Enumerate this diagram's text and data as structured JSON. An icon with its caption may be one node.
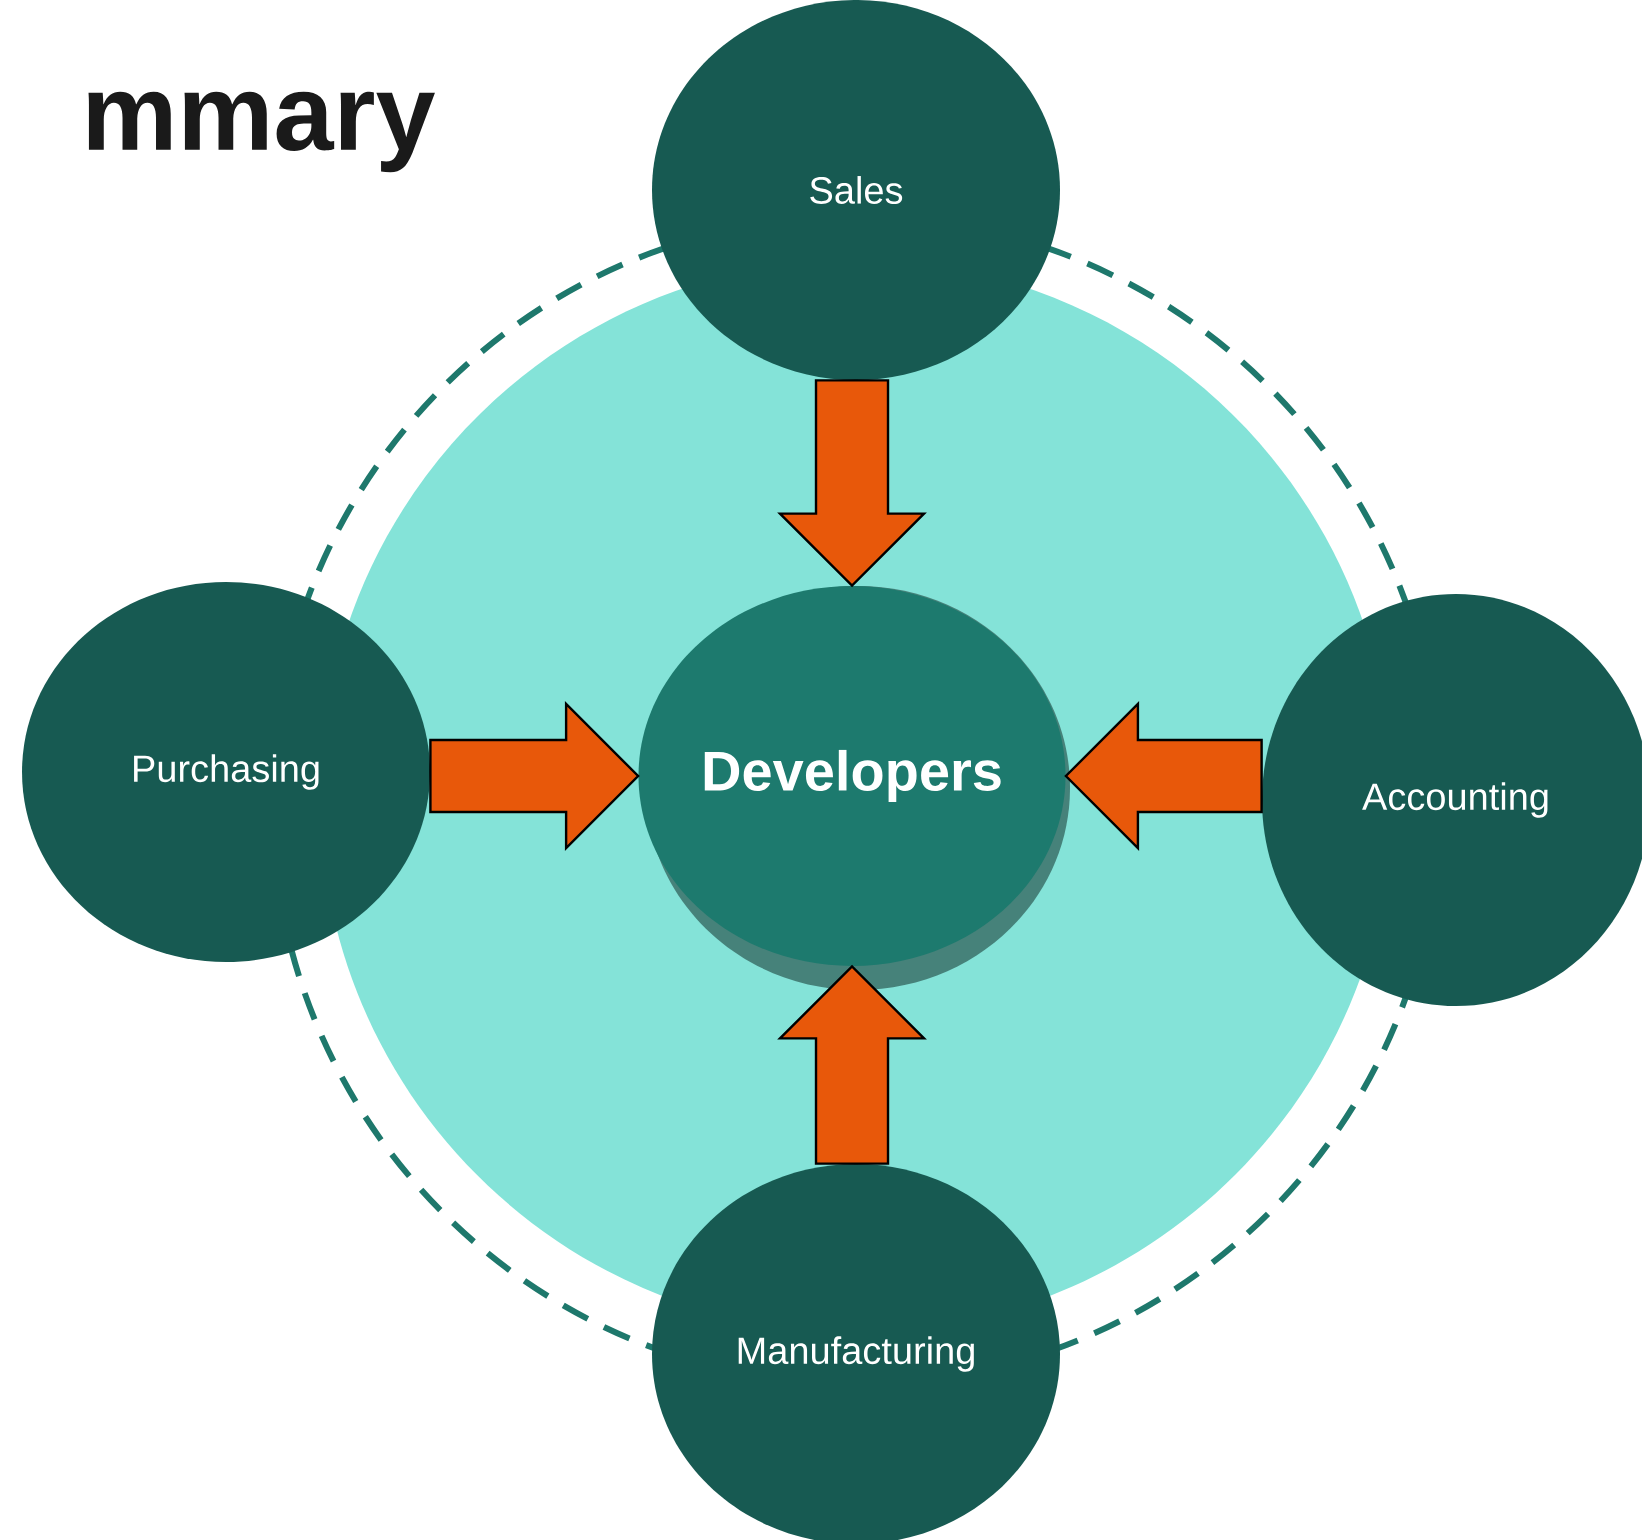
{
  "diagram": {
    "title": "mmary",
    "nodes": [
      {
        "text": [
          "Sales"
        ]
      },
      {
        "text": [
          "Purchasing"
        ]
      },
      {
        "text": [
          "Developers"
        ]
      },
      {
        "text": [
          "Accounting"
        ]
      },
      {
        "text": [
          "Manufacturing"
        ]
      }
    ],
    "edges": [
      {
        "from": 0,
        "to": 2,
        "arrow": "to"
      },
      {
        "from": 1,
        "to": 2,
        "arrow": "to"
      },
      {
        "from": 3,
        "to": 2,
        "arrow": "to"
      },
      {
        "from": 4,
        "to": 2,
        "arrow": "to"
      }
    ]
  }
}
